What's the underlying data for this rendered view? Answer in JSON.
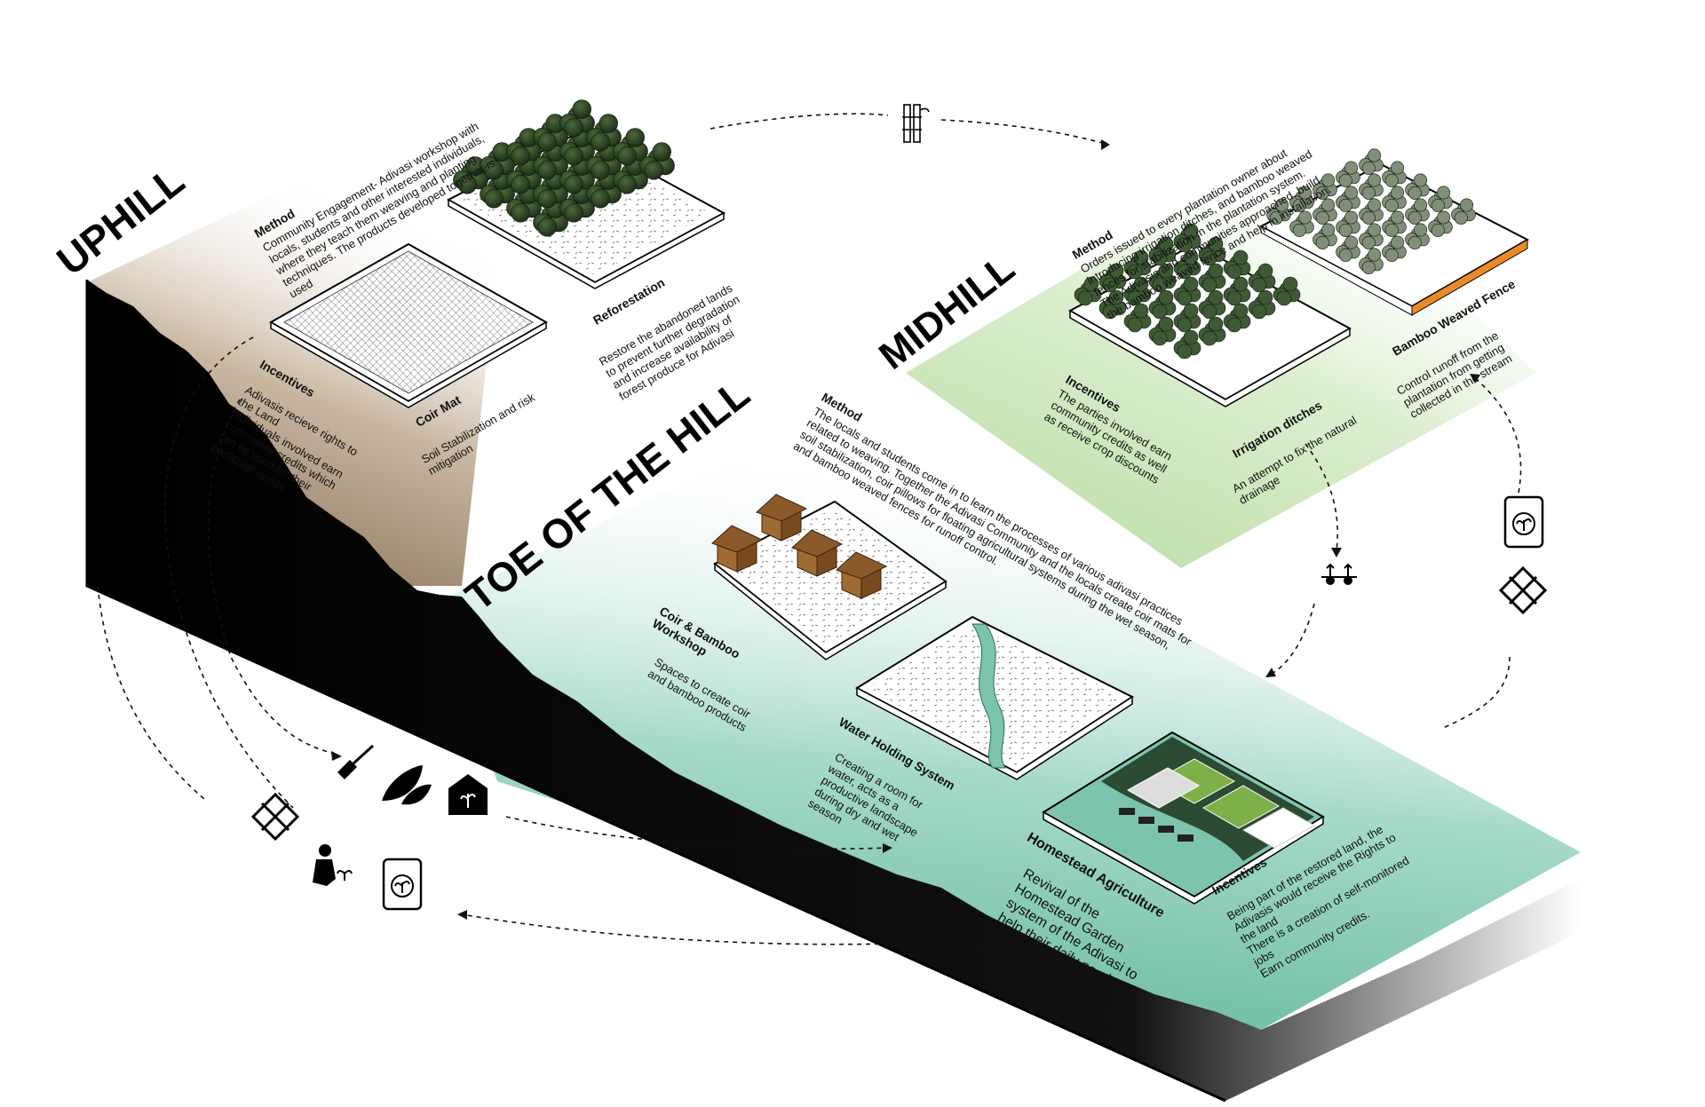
{
  "zones": {
    "uphill": {
      "title": "UPHILL",
      "method": {
        "heading": "Method",
        "text": "Community Engagement- Adivasi workshop with locals, students and other interested individuals, where they teach them weaving and planting techniques. The products developed together is used"
      },
      "incentives": {
        "heading": "Incentives",
        "text": "Adivasis recieve rights to the Land\nIndividuals involved earn community credits which can be used for their particular needs"
      },
      "coir_mat": {
        "label": "Coir Mat",
        "desc": "Soil Stabilization and risk mitigation"
      },
      "reforestation": {
        "label": "Reforestation",
        "desc": "Restore the abandoned lands to prevent further degradation and increase availability of forest produce for Adivasi"
      }
    },
    "midhill": {
      "title": "MIDHILL",
      "method": {
        "heading": "Method",
        "text": "Orders issued to every plantation owner about introducing irrigation ditches, and bamboo weaved fences for stabilization in the plantation system. The Adivasis and communities approached, build the bamboo weaved fence and help in installation."
      },
      "incentives": {
        "heading": "Incentives",
        "text": "The parties involved earn community credits as well as receive crop discounts"
      },
      "irrigation": {
        "label": "Irrigation ditches",
        "desc": "An attempt to fix the natural drainage"
      },
      "bamboo_fence": {
        "label": "Bamboo Weaved Fence",
        "desc": "Control runoff from the plantation from getting collected in the stream"
      }
    },
    "toe": {
      "title": "TOE OF THE HILL",
      "method": {
        "heading": "Method",
        "text": "The locals and students come in to learn the processes of various adivasi practices related to weaving. Together the Adivasi Community and the locals create coir mats for soil stabilization, coir pillows for floating agricultural systems during the wet season, and bamboo weaved fences for runoff control."
      },
      "workshop": {
        "label": "Coir & Bamboo Workshop",
        "desc": "Spaces to create coir and bamboo products"
      },
      "water": {
        "label": "Water Holding System",
        "desc": "Creating a room for water, acts as a productive landscape during dry and wet season"
      },
      "homestead": {
        "label": "Homestead Agriculture",
        "desc": "Revival of the Homestead Garden system of the Adivasi to help their daily needs as well as to use for sale in the market"
      },
      "incentives": {
        "heading": "Incentives",
        "text": "Being part of the restored land, the Adivasis would receive the Rights to the land\nThere is a creation of self-monitored jobs\nEarn community credits."
      }
    }
  },
  "colors": {
    "uphill_brown": "#8a715a",
    "midhill_green": "#c3dfb0",
    "toe_teal": "#7cc4ae",
    "terrain_black": "#000000",
    "fence_orange": "#e88a2a",
    "hut_brown": "#8b5a2b",
    "field_green": "#7eb04a"
  },
  "icons": [
    "bamboo-icon",
    "shovel-icon",
    "leaves-icon",
    "seed-house-icon",
    "weave-knot-icon",
    "planting-person-icon",
    "seed-bag-icon",
    "crop-icon"
  ]
}
